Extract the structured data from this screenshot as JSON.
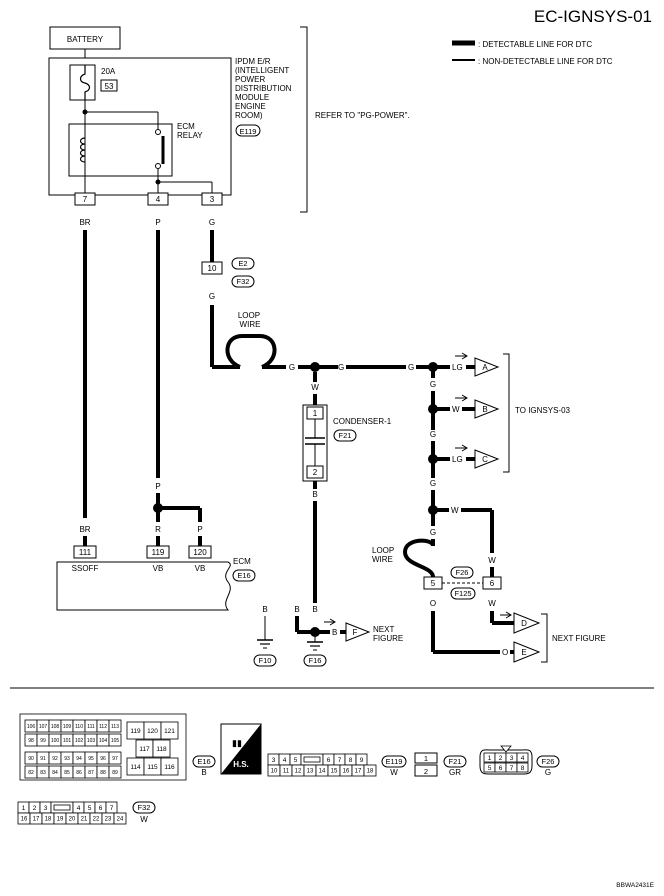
{
  "title": "EC-IGNSYS-01",
  "legend": {
    "detectable": ": DETECTABLE LINE FOR DTC",
    "non_detectable": ": NON-DETECTABLE LINE FOR DTC"
  },
  "battery": "BATTERY",
  "ipdm": {
    "lines": [
      "IPDM E/R",
      "(INTELLIGENT",
      "POWER",
      "DISTRIBUTION",
      "MODULE",
      "ENGINE",
      "ROOM)"
    ],
    "connector": "E119",
    "refer": "REFER TO \"PG-POWER\".",
    "fuse_amp": "20A",
    "fuse_no": "53",
    "relay_lines": [
      "ECM",
      "RELAY"
    ],
    "pins": [
      "7",
      "4",
      "3"
    ],
    "wire_colors": [
      "BR",
      "P",
      "G"
    ]
  },
  "joint_connector": {
    "pin": "10",
    "conns": [
      "E2",
      "F32"
    ],
    "color_below": "G"
  },
  "loop_wire_1": [
    "LOOP",
    "WIRE"
  ],
  "loop_wire_2": [
    "LOOP",
    "WIRE"
  ],
  "condenser": {
    "name": "CONDENSER-1",
    "connector": "F21",
    "pins": [
      "1",
      "2"
    ]
  },
  "to_ignsys": "TO IGNSYS-03",
  "offpage": {
    "a": "A",
    "b": "B",
    "c": "C",
    "d": "D",
    "e": "E",
    "f": "F"
  },
  "wire_labels": {
    "g1": "G",
    "g2": "G",
    "g3": "G",
    "w_down": "W",
    "b_down": "B",
    "lg_a": "LG",
    "w_b": "W",
    "lg_c": "LG",
    "g_v1": "G",
    "g_v2": "G",
    "g_v3": "G",
    "g_v4": "G",
    "w_branch": "W",
    "w_right": "W",
    "w_below6": "W",
    "o_below5": "O",
    "o_e": "O",
    "b_f": "B",
    "p_top": "P",
    "r_left": "R",
    "p_right": "P",
    "b_gnd1": "B",
    "b_gnd2": "B",
    "b_mid": "B",
    "br_ecm": "BR"
  },
  "f26_conn": {
    "pins": [
      "5",
      "6"
    ],
    "conns": [
      "F26",
      "F125"
    ]
  },
  "next_figure": "NEXT FIGURE",
  "next_figure_f": [
    "NEXT",
    "FIGURE"
  ],
  "grounds": [
    "F10",
    "F16"
  ],
  "ecm": {
    "name": "ECM",
    "connector": "E16",
    "pins": [
      "111",
      "119",
      "120"
    ],
    "pin_names": [
      "SSOFF",
      "VB",
      "VB"
    ],
    "wire_colors": [
      "BR",
      "R",
      "P"
    ]
  },
  "connectors_legend": {
    "ecm_rows": [
      [
        "106",
        "107",
        "108",
        "109",
        "110",
        "111",
        "112",
        "113"
      ],
      [
        "98",
        "99",
        "100",
        "101",
        "102",
        "103",
        "104",
        "105"
      ],
      [
        "90",
        "91",
        "92",
        "93",
        "94",
        "95",
        "96",
        "97"
      ],
      [
        "82",
        "83",
        "84",
        "85",
        "86",
        "87",
        "88",
        "89"
      ]
    ],
    "ecm_right": [
      "119",
      "120",
      "121",
      "117",
      "118",
      "114",
      "115",
      "116"
    ],
    "e16": "E16",
    "e16_color": "B",
    "hs": "H.S.",
    "e119_top": [
      "3",
      "4",
      "5",
      "6",
      "7",
      "8",
      "9"
    ],
    "e119_bottom": [
      "10",
      "11",
      "12",
      "13",
      "14",
      "15",
      "16",
      "17",
      "18"
    ],
    "e119": "E119",
    "e119_color": "W",
    "f21_pins": [
      "1",
      "2"
    ],
    "f21": "F21",
    "f21_color": "GR",
    "f26_top": [
      "1",
      "2",
      "3",
      "4"
    ],
    "f26_bottom": [
      "5",
      "6",
      "7",
      "8"
    ],
    "f26": "F26",
    "f26_color": "G",
    "f32_top": [
      "1",
      "2",
      "3",
      "4",
      "5",
      "6",
      "7"
    ],
    "f32_bottom": [
      "16",
      "17",
      "18",
      "19",
      "20",
      "21",
      "22",
      "23",
      "24"
    ],
    "f32": "F32",
    "f32_color": "W"
  },
  "figure_id": "BBWA2431E"
}
